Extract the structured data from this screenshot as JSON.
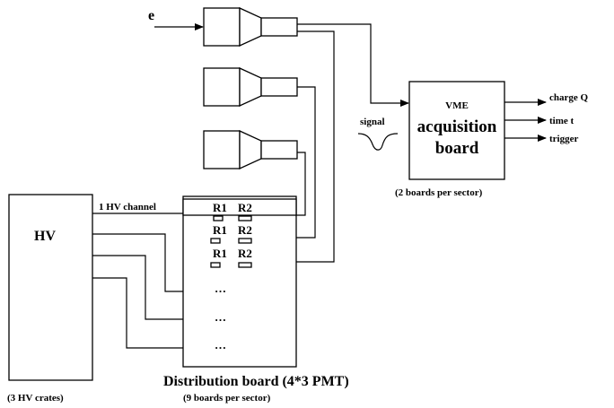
{
  "input_label": "e",
  "signal_label": "signal",
  "acquisition": {
    "line1": "VME",
    "line2": "acquisition",
    "line3": "board",
    "caption": "(2 boards per sector)"
  },
  "outputs": [
    "charge Q",
    "time t",
    "trigger"
  ],
  "hv": {
    "label": "HV",
    "caption": "(3 HV crates)",
    "channel_label": "1 HV channel"
  },
  "distribution": {
    "title": "Distribution board (4*3 PMT)",
    "caption": "(9 boards per sector)",
    "resistors": [
      "R1",
      "R2"
    ],
    "ellipsis": "…"
  }
}
